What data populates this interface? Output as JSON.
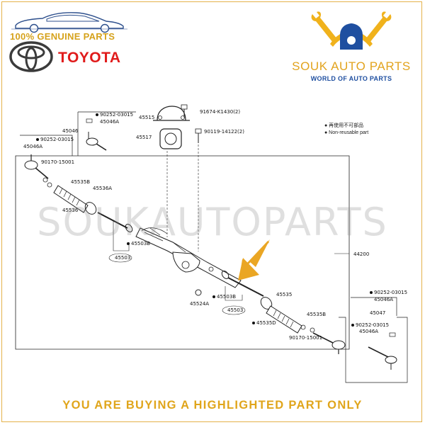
{
  "header": {
    "genuine_text": "100% GENUINE PARTS",
    "brand_text": "TOYOTA",
    "shop_name": "SOUK AUTO PARTS",
    "shop_tagline": "WORLD OF AUTO PARTS"
  },
  "legend": {
    "line1": "● 再使用不可部品",
    "line2": "● Non-reusable part"
  },
  "watermark": "SOUKAUTOPARTS",
  "footer": "YOU ARE BUYING A HIGHLIGHTED PART ONLY",
  "icons": [
    "car-silhouette-icon",
    "toyota-emblem-icon",
    "wrench-icon",
    "arrow-icon"
  ],
  "colors": {
    "gold": "#e2a31d",
    "toyota_red": "#e01b1b",
    "brand_blue": "#1f4fa0",
    "highlight_arrow": "#e9a523"
  },
  "parts": {
    "p1": "91674-K1430(2)",
    "p2": "90119-14122(2)",
    "p3": "45515",
    "p4": "45517",
    "p5": "90252-03015",
    "p6": "45046A",
    "p7": "45046",
    "p8": "90252-03015",
    "p9": "45046A",
    "p10": "90170-15001",
    "p11": "45535B",
    "p12": "45536A",
    "p13": "45536",
    "p14": "45503B",
    "p15": "45503",
    "p16": "45524A",
    "p17": "45503B",
    "p18": "45503",
    "p19": "45535",
    "p20": "45535D",
    "p21": "45535B",
    "p22": "44200",
    "p23": "90170-15001",
    "p24": "90252-03015",
    "p25": "45046A",
    "p26": "45047",
    "p27": "90252-03015",
    "p28": "45046A"
  }
}
